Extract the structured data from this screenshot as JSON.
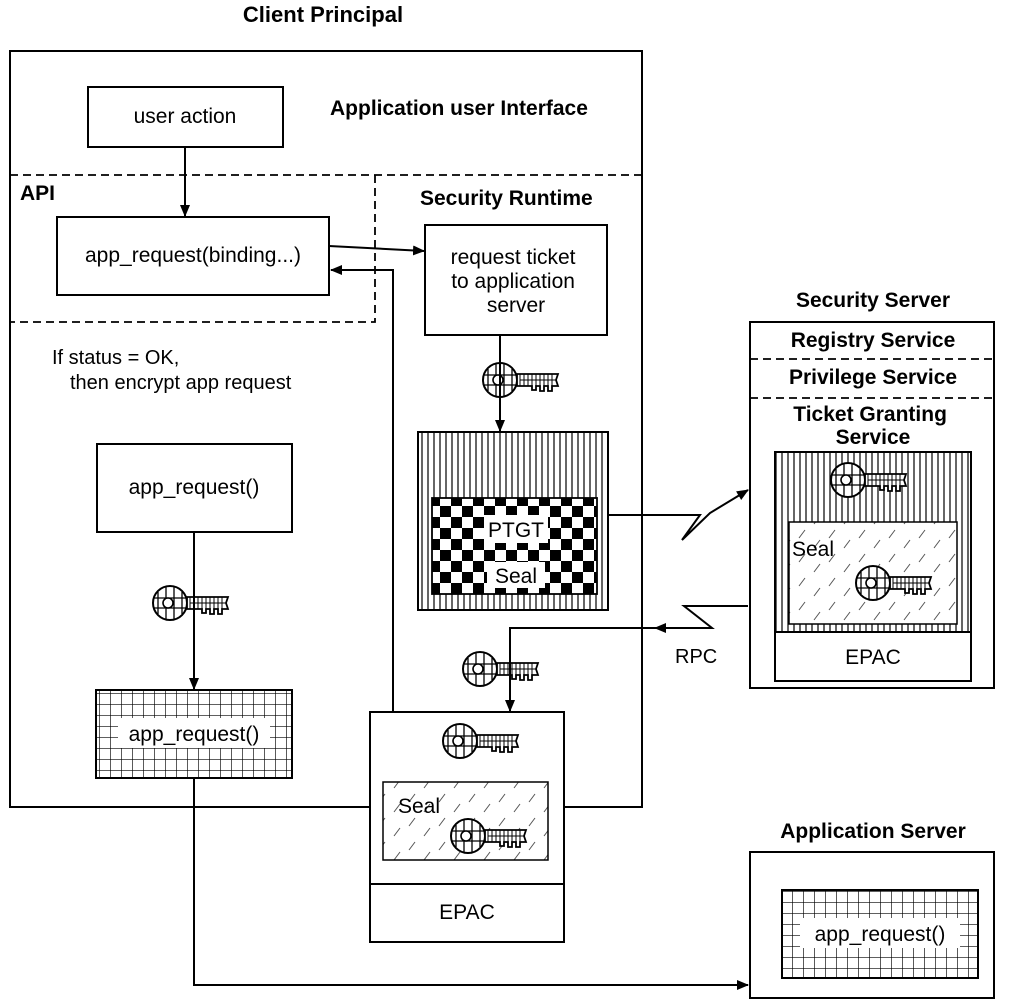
{
  "title": "Client Principal",
  "regions": {
    "app_ui": "Application user Interface",
    "api": "API",
    "security_runtime": "Security Runtime"
  },
  "client": {
    "user_action": "user action",
    "app_request_binding": "app_request(binding...)",
    "request_ticket": [
      "request ticket",
      "to application",
      "server"
    ],
    "status_note": [
      "If status = OK,",
      "then encrypt app request"
    ],
    "app_request": "app_request()",
    "encrypted_app_request": "app_request()",
    "ptgt": "PTGT",
    "ptgt_seal": "Seal",
    "epac_seal": "Seal",
    "epac": "EPAC"
  },
  "security_server": {
    "title": "Security Server",
    "registry": "Registry Service",
    "privilege": "Privilege Service",
    "ticket_granting": [
      "Ticket Granting",
      "Service"
    ],
    "seal": "Seal",
    "epac": "EPAC"
  },
  "rpc_label": "RPC",
  "application_server": {
    "title": "Application Server",
    "app_request": "app_request()"
  }
}
